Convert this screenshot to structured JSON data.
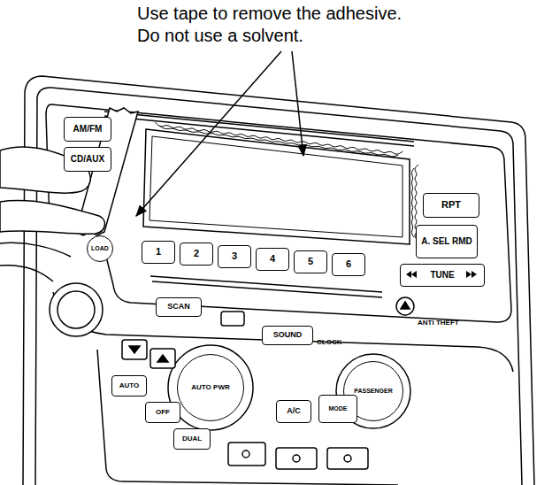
{
  "diagram": {
    "nodes": [
      {
        "text": [
          "AM/FM"
        ]
      },
      {
        "text": [
          "CD/AUX"
        ]
      },
      {
        "text": [
          "RPT"
        ]
      },
      {
        "text": [
          "A. SEL RMD"
        ]
      },
      {
        "text": [
          "LOAD"
        ]
      },
      {
        "text": [
          "1"
        ]
      },
      {
        "text": [
          "2"
        ]
      },
      {
        "text": [
          "3"
        ]
      },
      {
        "text": [
          "4"
        ]
      },
      {
        "text": [
          "5"
        ]
      },
      {
        "text": [
          "6"
        ]
      },
      {
        "text": [
          "TUNE"
        ]
      },
      {
        "text": [
          "SCAN"
        ]
      },
      {
        "text": [
          "SOUND"
        ]
      },
      {
        "text": [
          "AUTO PWR"
        ]
      },
      {
        "text": [
          "PASSENGER"
        ]
      },
      {
        "text": [
          "A/C"
        ]
      },
      {
        "text": [
          "MODE"
        ]
      },
      {
        "text": [
          "AUTO"
        ]
      },
      {
        "text": [
          "OFF"
        ]
      },
      {
        "text": [
          "DUAL"
        ]
      }
    ],
    "labels": [
      "Use tape to remove the adhesive.",
      "Do not use a solvent.",
      "CLOCK",
      "ANTI THEFT"
    ]
  }
}
